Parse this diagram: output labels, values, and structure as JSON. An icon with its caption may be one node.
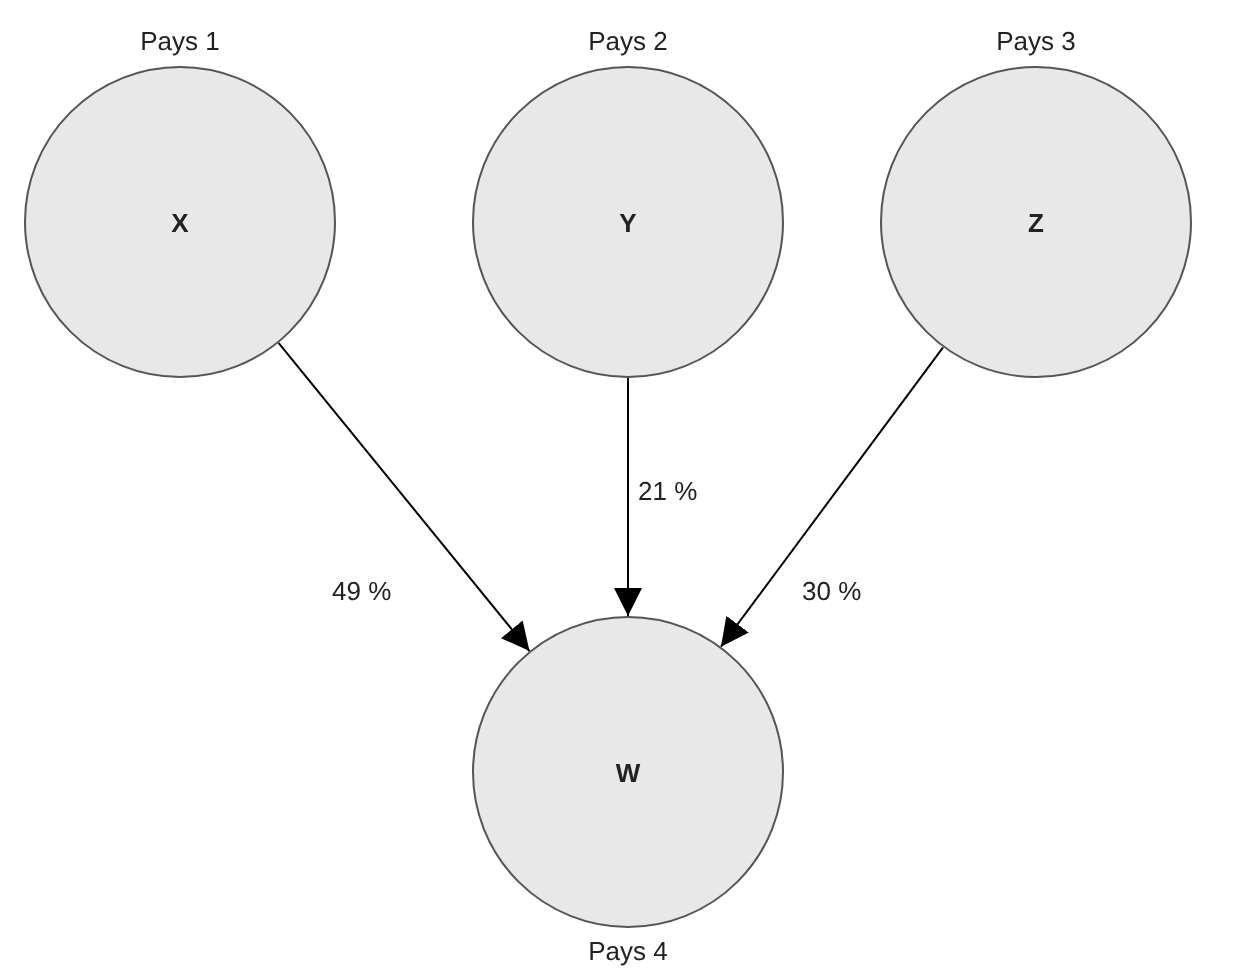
{
  "diagram": {
    "nodes": [
      {
        "text": [
          "X"
        ],
        "beside": [
          "Pays 1"
        ]
      },
      {
        "text": [
          "Y"
        ],
        "beside": [
          "Pays 2"
        ]
      },
      {
        "text": [
          "Z"
        ],
        "beside": [
          "Pays 3"
        ]
      },
      {
        "text": [
          "W"
        ],
        "beside": [
          "Pays 4"
        ]
      }
    ],
    "edges": [
      {
        "from": 0,
        "to": 3,
        "arrow": "to",
        "label": "49 %"
      },
      {
        "from": 1,
        "to": 3,
        "arrow": "to",
        "label": "21 %"
      },
      {
        "from": 2,
        "to": 3,
        "arrow": "to",
        "label": "30 %"
      }
    ]
  }
}
